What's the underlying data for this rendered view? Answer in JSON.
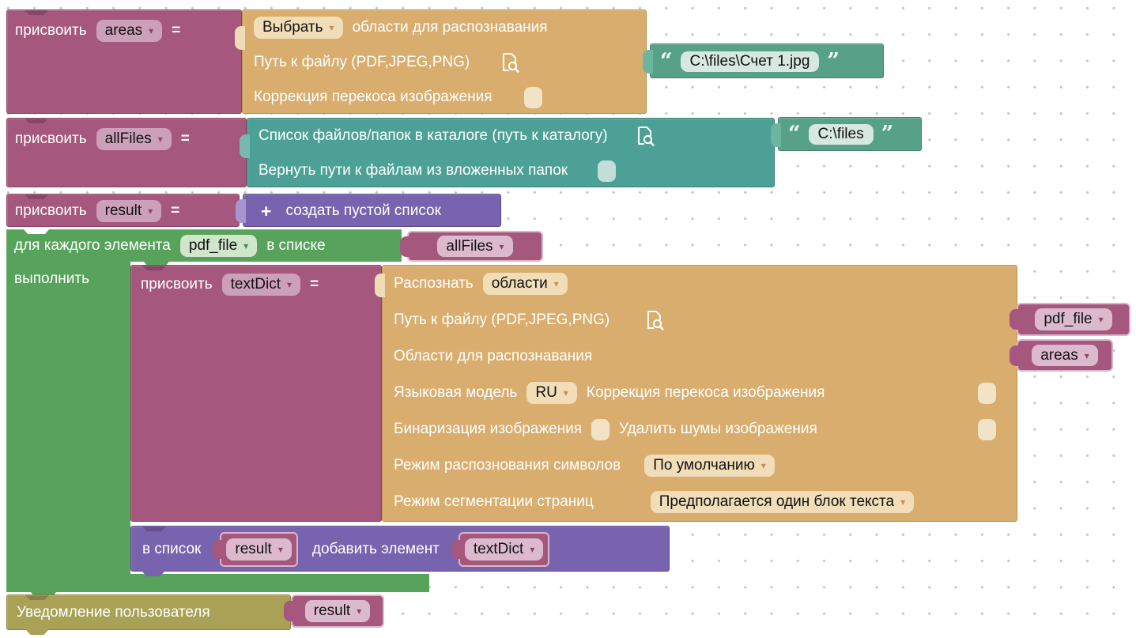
{
  "ui": {
    "dropdown_arrow": "▾",
    "equals": "=",
    "plus": "+",
    "quote_open": "“",
    "quote_close": "”"
  },
  "colors": {
    "assign_maroon": "#a5577d",
    "function_tan": "#d9ad6e",
    "folder_teal": "#4da096",
    "string_green": "#57a189",
    "list_purple": "#7763ae",
    "loop_green": "#58a35b",
    "notify_olive": "#a9a156"
  },
  "blocks": {
    "set_areas": {
      "keyword": "присвоить",
      "variable": "areas"
    },
    "select_areas": {
      "action_dropdown": "Выбрать",
      "title": "области для распознавания",
      "path_label": "Путь к файлу (PDF,JPEG,PNG)",
      "skew_label": "Коррекция перекоса изображения",
      "path_value": "C:\\files\\Счет 1.jpg"
    },
    "set_all_files": {
      "keyword": "присвоить",
      "variable": "allFiles"
    },
    "list_files": {
      "title": "Список файлов/папок в каталоге (путь к каталогу)",
      "recursive_label": "Вернуть пути к файлам из вложенных папок",
      "dir_value": "C:\\files"
    },
    "set_result": {
      "keyword": "присвоить",
      "variable": "result"
    },
    "create_list": {
      "label": "создать пустой список"
    },
    "for_each": {
      "label_start": "для каждого элемента",
      "iterator": "pdf_file",
      "label_in": "в списке",
      "list_var": "allFiles",
      "do_label": "выполнить"
    },
    "set_text_dict": {
      "keyword": "присвоить",
      "variable": "textDict"
    },
    "recognize": {
      "title": "Распознать",
      "mode_dropdown": "области",
      "path_label": "Путь к файлу (PDF,JPEG,PNG)",
      "path_var": "pdf_file",
      "areas_label": "Области для распознавания",
      "areas_var": "areas",
      "lang_label": "Языковая модель",
      "lang_value": "RU",
      "skew_label": "Коррекция перекоса изображения",
      "binarize_label": "Бинаризация изображения",
      "denoise_label": "Удалить шумы изображения",
      "char_mode_label": "Режим распознования символов",
      "char_mode_value": "По умолчанию",
      "page_seg_label": "Режим сегментации страниц",
      "page_seg_value": "Предполагается один блок текста"
    },
    "append": {
      "label_list": "в список",
      "list_var": "result",
      "label_add": "добавить элемент",
      "item_var": "textDict"
    },
    "notify": {
      "label": "Уведомление пользователя",
      "variable": "result"
    }
  }
}
